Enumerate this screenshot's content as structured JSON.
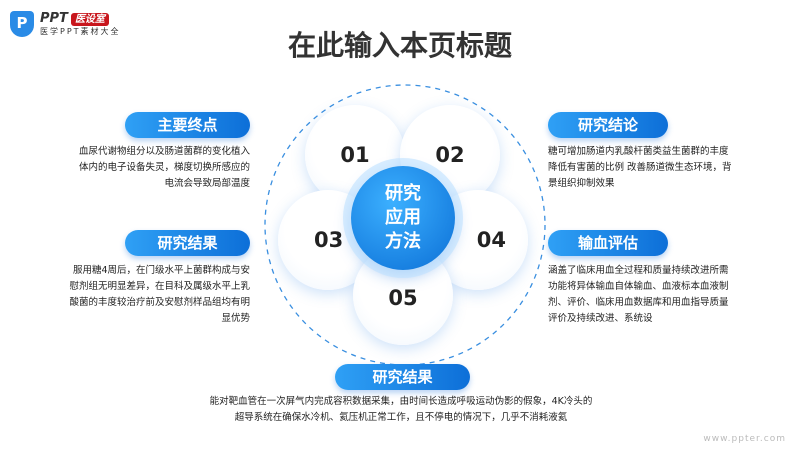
{
  "logo": {
    "icon": "P",
    "name": "PPT",
    "badge": "医设室",
    "tagline": "医学PPT素材大全"
  },
  "title": "在此输入本页标题",
  "center": {
    "lines": [
      "研究",
      "应用",
      "方法"
    ]
  },
  "petals": [
    "01",
    "02",
    "03",
    "04",
    "05"
  ],
  "sections": [
    {
      "label": "主要终点",
      "text": "血尿代谢物组分以及肠道菌群的变化植入体内的电子设备失灵，梯度切换所感应的电流会导致局部温度"
    },
    {
      "label": "研究结论",
      "text": "糖可增加肠道内乳酸杆菌类益生菌群的丰度 降低有害菌的比例 改善肠道微生态环境，背景组织抑制效果"
    },
    {
      "label": "研究结果",
      "text": "服用糖4周后，在门级水平上菌群构成与安慰剂组无明显差异，在目科及属级水平上乳酸菌的丰度较治疗前及安慰剂样品组均有明显优势"
    },
    {
      "label": "输血评估",
      "text": "涵盖了临床用血全过程和质量持续改进所需功能将异体输血自体输血、血液标本血液制剂、评价、临床用血数据库和用血指导质量评价及持续改进、系统设"
    },
    {
      "label": "研究结果",
      "text": "能对靶血管在一次屏气内完成容积数据采集，由时间长造成呼吸运动伪影的假象，4K冷头的超导系统在确保水冷机、氦压机正常工作，且不停电的情况下，几乎不消耗液氦"
    }
  ],
  "watermark": "www.ppter.com"
}
